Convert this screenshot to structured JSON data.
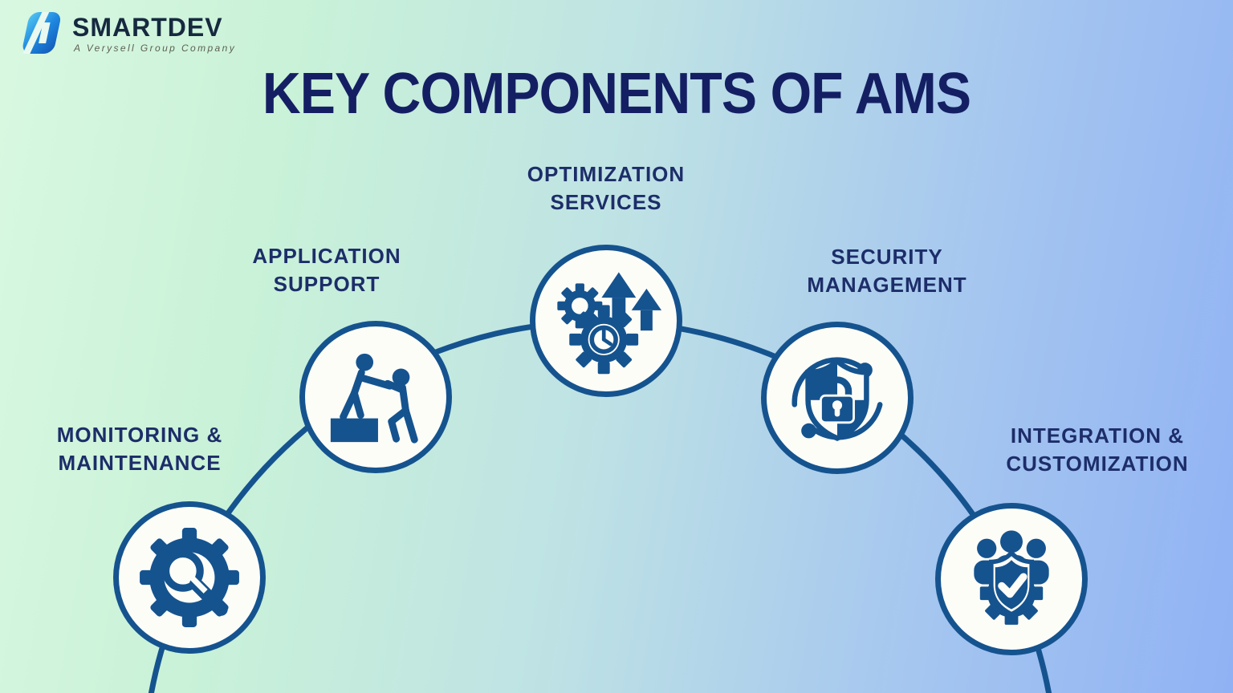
{
  "brand": {
    "name": "SMARTDEV",
    "tagline": "A Verysell Group Company",
    "logo_icon": "smartdev-d-icon"
  },
  "title": "KEY COMPONENTS OF AMS",
  "components": [
    {
      "id": "monitoring-maintenance",
      "label_lines": [
        "MONITORING &",
        "MAINTENANCE"
      ],
      "icon": "gear-wrench-magnifier-icon"
    },
    {
      "id": "application-support",
      "label_lines": [
        "APPLICATION",
        "SUPPORT"
      ],
      "icon": "person-helping-person-icon"
    },
    {
      "id": "optimization-services",
      "label_lines": [
        "OPTIMIZATION",
        "SERVICES"
      ],
      "icon": "gears-clock-up-arrows-icon"
    },
    {
      "id": "security-management",
      "label_lines": [
        "SECURITY",
        "MANAGEMENT"
      ],
      "icon": "shield-padlock-orbit-icon"
    },
    {
      "id": "integration-customization",
      "label_lines": [
        "INTEGRATION &",
        "CUSTOMIZATION"
      ],
      "icon": "team-shield-check-gear-icon"
    }
  ],
  "colors": {
    "accent_blue": "#15538f",
    "title_navy": "#141f63",
    "label_navy": "#1d2d69",
    "bg_green": "#d9f8e1",
    "bg_blue": "#90b2f4",
    "node_fill": "#fdfdf8"
  }
}
